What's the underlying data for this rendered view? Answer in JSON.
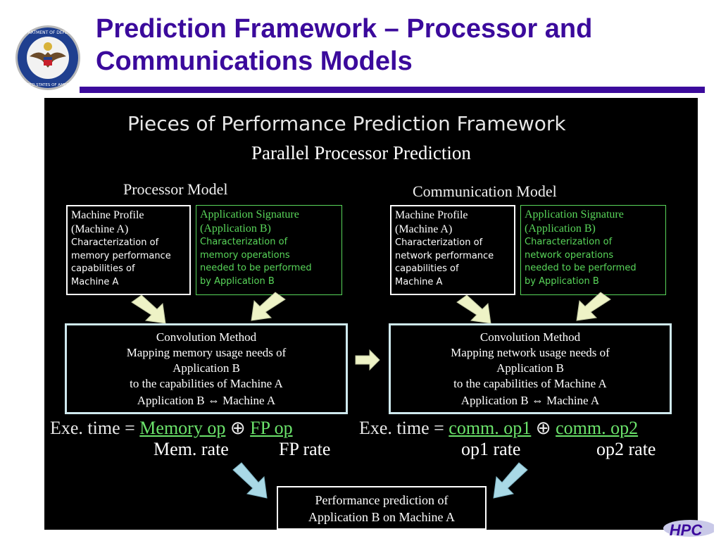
{
  "slide": {
    "title": "Prediction Framework – Processor and Communications Models",
    "seal_text": "DEPARTMENT OF DEFENSE · UNITED STATES OF AMERICA",
    "accent_color": "#3b0a9c"
  },
  "figure": {
    "heading": "Pieces of Performance Prediction Framework",
    "subheading": "Parallel Processor Prediction",
    "processor_model": {
      "label": "Processor Model",
      "machine_profile": {
        "title1": "Machine Profile",
        "title2": "(Machine A)",
        "lines": [
          "Characterization of",
          "memory performance",
          "capabilities of",
          "Machine A"
        ]
      },
      "application_signature": {
        "title1": "Application Signature",
        "title2": "(Application B)",
        "lines": [
          "Characterization of",
          "memory operations",
          "needed to be performed",
          "by Application B"
        ]
      },
      "convolution": {
        "lines": [
          "Convolution Method",
          "Mapping memory usage needs of",
          "Application B",
          "to the capabilities of Machine A",
          "Application B ⇔ Machine A"
        ]
      },
      "equation": {
        "prefix": "Exe. time = ",
        "term1": "Memory op",
        "operator": "⊕",
        "term2": "FP op",
        "denom1": "Mem. rate",
        "denom2": "FP rate"
      }
    },
    "communication_model": {
      "label": "Communication Model",
      "machine_profile": {
        "title1": "Machine Profile",
        "title2": "(Machine A)",
        "lines": [
          "Characterization of",
          "network performance",
          "capabilities of",
          "Machine A"
        ]
      },
      "application_signature": {
        "title1": "Application Signature",
        "title2": "(Application B)",
        "lines": [
          "Characterization of",
          "network operations",
          "needed to be performed",
          "by Application B"
        ]
      },
      "convolution": {
        "lines": [
          "Convolution Method",
          "Mapping network usage needs of",
          "Application B",
          "to the capabilities of Machine A",
          "Application B ⇔ Machine A"
        ]
      },
      "equation": {
        "prefix": "Exe. time = ",
        "term1": "comm. op1",
        "operator": "⊕",
        "term2": "comm. op2",
        "denom1": "op1 rate",
        "denom2": "op2 rate"
      }
    },
    "result": {
      "line1": "Performance prediction of",
      "line2": "Application B on Machine A"
    },
    "colors": {
      "panel_bg": "#000000",
      "signature_green": "#59d65a",
      "equation_green": "#6be36b",
      "arrow_fill": "#eef3c6",
      "arrow_blue": "#a9d9e6"
    }
  },
  "footer_logo": {
    "text": "HPC"
  }
}
